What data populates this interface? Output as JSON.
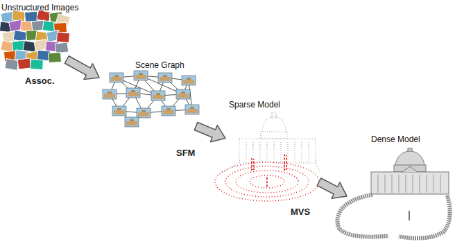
{
  "diagram": {
    "nodes": [
      {
        "text": [
          "Unstructured Images"
        ]
      },
      {
        "text": [
          "Scene Graph"
        ]
      },
      {
        "text": [
          "Sparse Model"
        ]
      },
      {
        "text": [
          "Dense Model"
        ]
      }
    ],
    "edges": [
      {
        "from": 0,
        "to": 1,
        "label": "Assoc.",
        "arrow": "to"
      },
      {
        "from": 1,
        "to": 2,
        "label": "SFM",
        "arrow": "to"
      },
      {
        "from": 2,
        "to": 3,
        "label": "MVS",
        "arrow": "to"
      }
    ]
  }
}
